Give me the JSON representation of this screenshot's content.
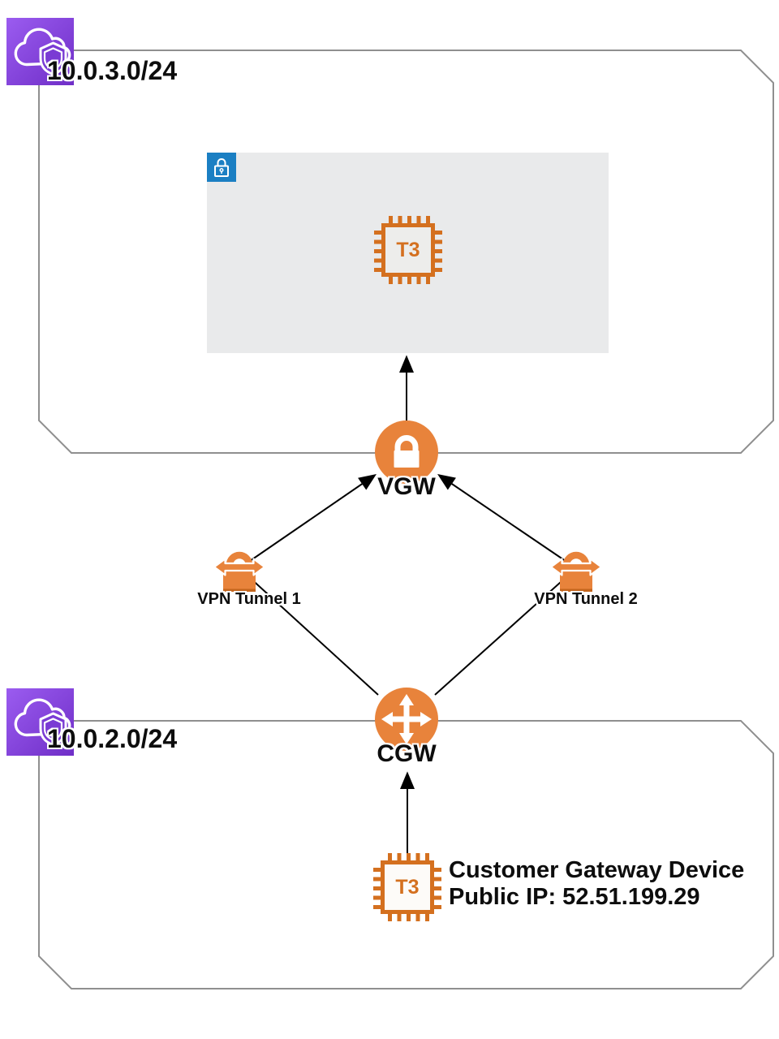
{
  "diagram_type": "aws-site-to-site-vpn-architecture",
  "colors": {
    "aws_orange": "#E8833B",
    "orange_dark": "#C4661E",
    "chip_orange": "#D4701F",
    "vpc_purple_light": "#9B5CF0",
    "vpc_purple_dark": "#6F2EC7",
    "shield_purple": "#7A3BD4",
    "subnet_blue": "#1B7FC3",
    "subnet_gray": "#E9EAEB",
    "chip_fill_gray": "#EDEDEB",
    "chip_fill_light": "#FDFBF8",
    "border_gray": "#8F8F8F",
    "line_black": "#000000",
    "text_black": "#0D0D0D"
  },
  "icons": {
    "vpc_icon": "purple square with white cloud and shield outline",
    "private_subnet_lock_icon": "blue square with white padlock outline",
    "vgw_icon": "orange circle with solid white padlock",
    "cgw_icon": "orange circle with white four-direction arrows",
    "vpn_tunnel_icon": "orange padlock with horizontal double-headed arrow",
    "instance_chip_icon": "orange microchip outline with pins"
  },
  "vpc_top": {
    "cidr": "10.0.3.0/24",
    "subnet": {
      "instance": {
        "label": "T3"
      }
    }
  },
  "vpc_bottom": {
    "cidr": "10.0.2.0/24"
  },
  "gateways": {
    "vgw": {
      "label": "VGW"
    },
    "cgw": {
      "label": "CGW"
    }
  },
  "tunnels": [
    {
      "label": "VPN Tunnel 1"
    },
    {
      "label": "VPN Tunnel 2"
    }
  ],
  "device": {
    "chip_label": "T3",
    "title": "Customer Gateway Device",
    "subtitle": "Public IP: 52.51.199.29"
  }
}
